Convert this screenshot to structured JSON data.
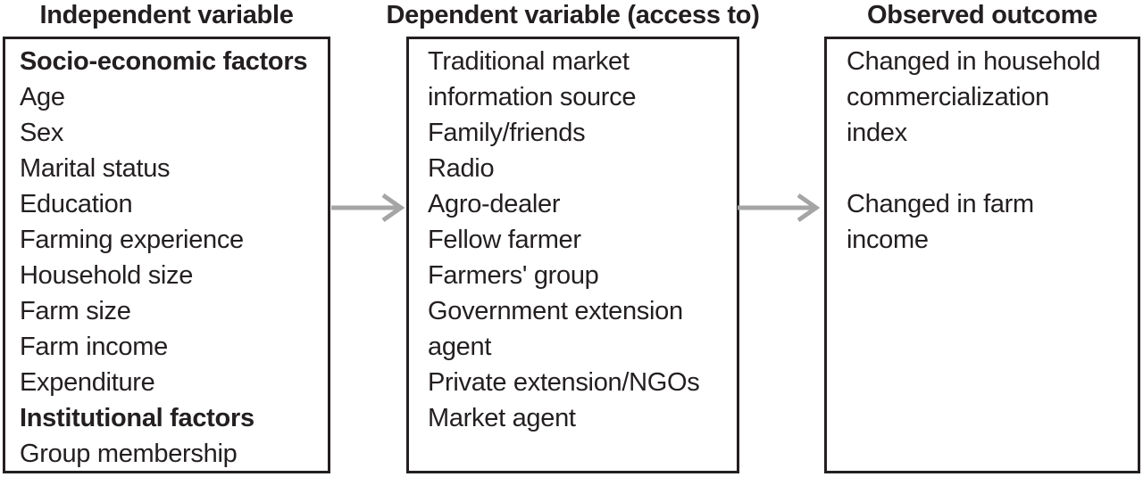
{
  "diagram": {
    "columns": [
      {
        "header": "Independent variable",
        "items": [
          {
            "text": "Socio-economic factors"
          },
          {
            "text": "Age"
          },
          {
            "text": "Sex"
          },
          {
            "text": "Marital status"
          },
          {
            "text": "Education"
          },
          {
            "text": "Farming experience"
          },
          {
            "text": "Household size"
          },
          {
            "text": "Farm size"
          },
          {
            "text": "Farm income"
          },
          {
            "text": "Expenditure"
          },
          {
            "text": "Institutional factors"
          },
          {
            "text": "Group membership"
          }
        ]
      },
      {
        "header": "Dependent variable (access to)",
        "items": [
          {
            "text": "Traditional market\ninformation source"
          },
          {
            "text": "Family/friends"
          },
          {
            "text": "Radio"
          },
          {
            "text": "Agro-dealer"
          },
          {
            "text": "Fellow farmer"
          },
          {
            "text": "Farmers' group"
          },
          {
            "text": "Government extension\nagent"
          },
          {
            "text": "Private extension/NGOs"
          },
          {
            "text": "Market agent"
          }
        ]
      },
      {
        "header": "Observed outcome",
        "items": [
          {
            "text": "Changed in household\ncommercialization\nindex"
          },
          {
            "text": "Changed in farm\nincome"
          }
        ]
      }
    ],
    "colors": {
      "arrow": "#a5a5a5",
      "border": "#231f20",
      "text": "#231f20"
    }
  }
}
